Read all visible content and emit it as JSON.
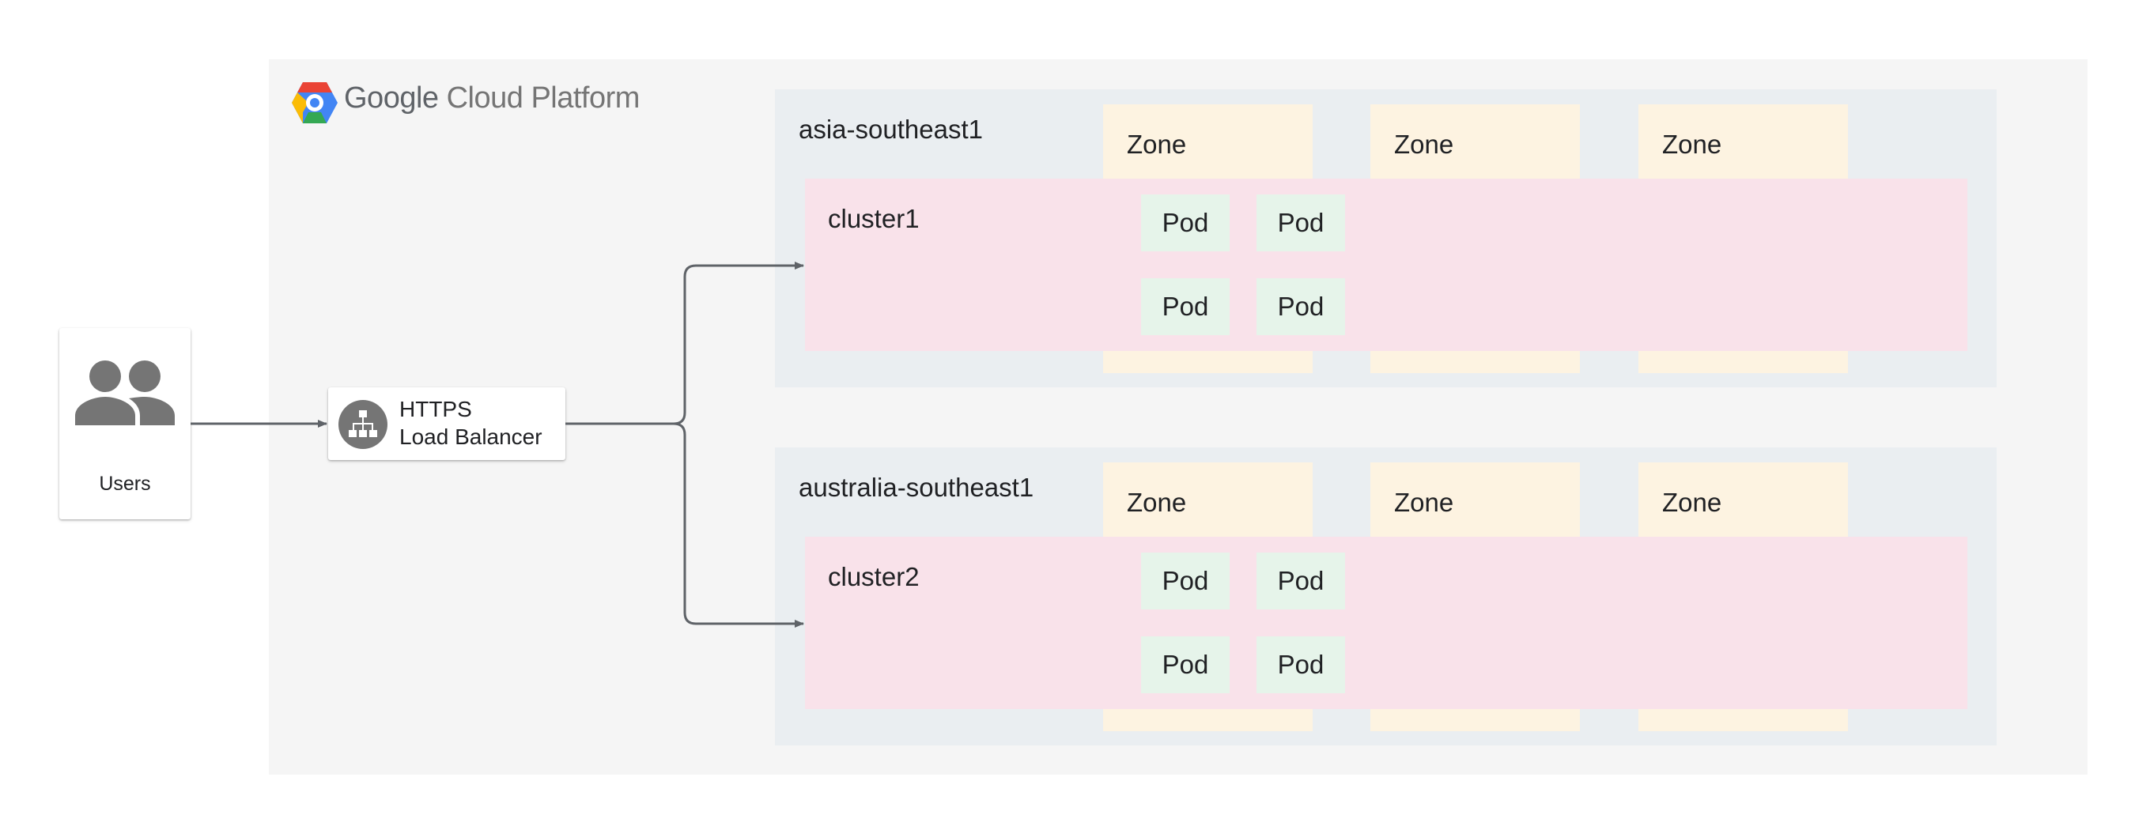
{
  "platform": {
    "name": "Google Cloud Platform",
    "word_google": "Google",
    "word_rest": " Cloud Platform"
  },
  "users": {
    "label": "Users",
    "icon": "group-icon"
  },
  "load_balancer": {
    "line1": "HTTPS",
    "line2": "Load Balancer",
    "icon": "load-balancer-icon"
  },
  "regions": [
    {
      "name": "asia-southeast1",
      "zones": [
        "Zone",
        "Zone",
        "Zone"
      ],
      "cluster": {
        "name": "cluster1",
        "pods": [
          "Pod",
          "Pod",
          "Pod",
          "Pod"
        ]
      }
    },
    {
      "name": "australia-southeast1",
      "zones": [
        "Zone",
        "Zone",
        "Zone"
      ],
      "cluster": {
        "name": "cluster2",
        "pods": [
          "Pod",
          "Pod",
          "Pod",
          "Pod"
        ]
      }
    }
  ],
  "colors": {
    "frame": "#f5f5f5",
    "region": "#eaeef1",
    "zone": "#fdf3e1",
    "cluster": "#f9e2ea",
    "pod": "#e6f4ea",
    "connector": "#5f6368"
  }
}
